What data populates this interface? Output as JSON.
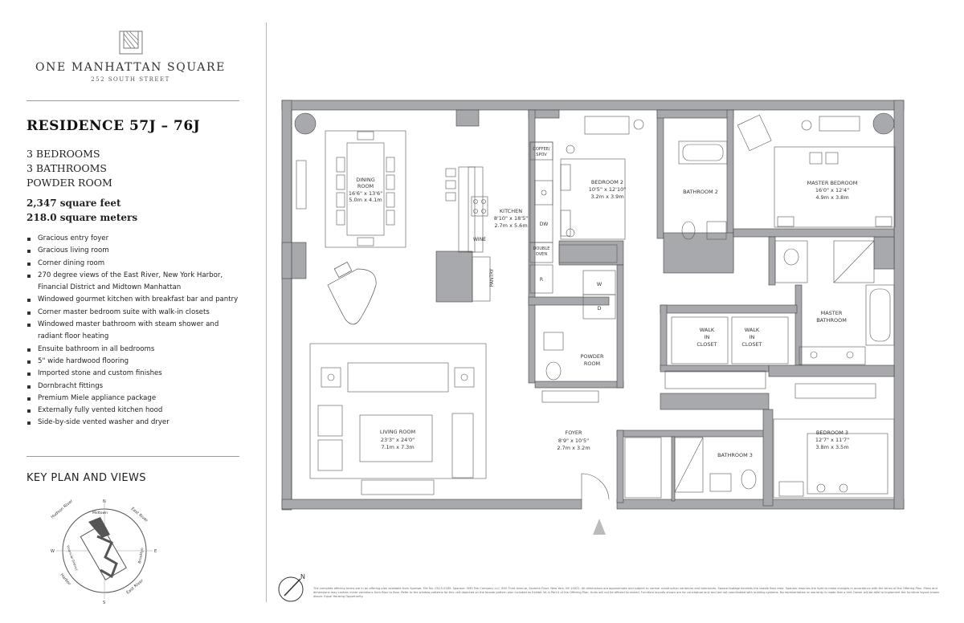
{
  "brand": {
    "name": "ONE MANHATTAN SQUARE",
    "address": "252 SOUTH STREET"
  },
  "residence": {
    "title": "RESIDENCE 57J – 76J",
    "bedrooms": "3 BEDROOMS",
    "bathrooms": "3 BATHROOMS",
    "powder": "POWDER ROOM",
    "sqft": "2,347 square feet",
    "sqm": "218.0 square meters"
  },
  "features": [
    "Gracious entry foyer",
    "Gracious living room",
    "Corner dining room",
    "270 degree views of the East River, New York Harbor, Financial District and Midtown Manhattan",
    "Windowed gourmet kitchen with breakfast bar and pantry",
    "Corner master bedroom suite with walk-in closets",
    "Windowed master bathroom with steam shower and radiant floor heating",
    "Ensuite bathroom in all bedrooms",
    "5\" wide hardwood flooring",
    "Imported stone and custom finishes",
    "Dornbracht fittings",
    "Premium Miele appliance package",
    "Externally fully vented kitchen hood",
    "Side-by-side vented washer and dryer"
  ],
  "key_plan": {
    "title": "KEY PLAN AND VIEWS",
    "labels": {
      "hudson": "Hudson River",
      "midtown": "Midtown",
      "east_top": "East River",
      "brooklyn": "Brooklyn",
      "east_bottom": "East River",
      "harbor": "Harbor",
      "fin": "Financial District",
      "n": "N",
      "s": "S",
      "e": "E",
      "w": "W"
    }
  },
  "rooms": {
    "dining": {
      "name1": "DINING",
      "name2": "ROOM",
      "dim1": "16'6\" x 13'6\"",
      "dim2": "5.0m x 4.1m"
    },
    "kitchen": {
      "name": "KITCHEN",
      "dim1": "8'10\" x 18'5\"",
      "dim2": "2.7m x 5.6m"
    },
    "bedroom2": {
      "name": "BEDROOM 2",
      "dim1": "10'5\" x 12'10\"",
      "dim2": "3.2m x 3.9m"
    },
    "bathroom2": {
      "name": "BATHROOM 2"
    },
    "master_bedroom": {
      "name": "MASTER BEDROOM",
      "dim1": "16'0\" x 12'4\"",
      "dim2": "4.9m x 3.8m"
    },
    "master_bath": {
      "name1": "MASTER",
      "name2": "BATHROOM"
    },
    "living": {
      "name": "LIVING ROOM",
      "dim1": "23'3\" x 24'0\"",
      "dim2": "7.1m x 7.3m"
    },
    "powder": {
      "name1": "POWDER",
      "name2": "ROOM"
    },
    "foyer": {
      "name": "FOYER",
      "dim1": "8'9\" x 10'5\"",
      "dim2": "2.7m x 3.2m"
    },
    "walkin1": {
      "l1": "WALK",
      "l2": "IN",
      "l3": "CLOSET"
    },
    "walkin2": {
      "l1": "WALK",
      "l2": "IN",
      "l3": "CLOSET"
    },
    "bathroom3": {
      "name": "BATHROOM 3"
    },
    "bedroom3": {
      "name": "BEDROOM 3",
      "dim1": "12'7\" x 11'7\"",
      "dim2": "3.8m x 3.5m"
    }
  },
  "appliances": {
    "coffee1": "COFFEE/",
    "coffee2": "SPOV",
    "dw": "DW",
    "double1": "DOUBLE",
    "double2": "OVEN",
    "r": "R",
    "wine": "WINE",
    "pantry": "PANTRY",
    "w": "W",
    "d": "D"
  },
  "compass": {
    "n": "N"
  },
  "disclaimer": "The complete offering terms are in an offering plan available from Sponsor. File No. CD15-0185. Sponsor: OMS Fee Company LLC, 805 Third Avenue, Seventh Floor, New York, NY 10022. All dimensions are approximate and subject to normal construction variances and tolerances. Square footage exceeds the usable floor area. Sponsor reserves the right to make changes in accordance with the terms of the Offering Plan. Plans and dimensions may contain minor variations from floor to floor. Refer to the window patterns for this unit depicted on the facade pattern plan included as Exhibit 3A in Part II of the Offering Plan. Units will not be offered furnished. Furniture layouts shown are for conceptual only and are not coordinated with building systems. No representation or warranty is made that a Unit Owner will be able to implement the furniture layout shown above. Equal Housing Opportunity.",
  "colors": {
    "wall": "#a7a9ac",
    "line": "#333333",
    "bg": "#ffffff"
  }
}
